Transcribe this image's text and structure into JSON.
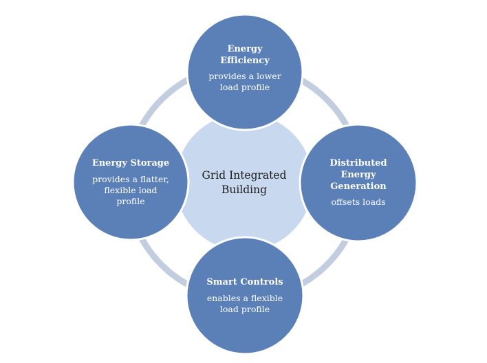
{
  "diagram": {
    "center": {
      "label_lines": [
        "Grid Integrated",
        "Building"
      ]
    },
    "nodes": [
      {
        "id": "energy-efficiency",
        "title_lines": [
          "Energy",
          "Efficiency"
        ],
        "desc_lines": [
          "provides a lower",
          "load profile"
        ]
      },
      {
        "id": "distributed-energy-generation",
        "title_lines": [
          "Distributed",
          "Energy",
          "Generation"
        ],
        "desc_lines": [
          "offsets loads"
        ]
      },
      {
        "id": "smart-controls",
        "title_lines": [
          "Smart Controls"
        ],
        "desc_lines": [
          "enables a flexible",
          "load profile"
        ]
      },
      {
        "id": "energy-storage",
        "title_lines": [
          "Energy Storage"
        ],
        "desc_lines": [
          "provides a flatter,",
          "flexible load",
          "profile"
        ]
      }
    ],
    "colors": {
      "node_fill": "#5b80b8",
      "node_stroke": "#ffffff",
      "node_text": "#ffffff",
      "center_fill": "#c8d9ef",
      "center_text": "#1a1a1a",
      "ring": "#c2cde0"
    }
  }
}
